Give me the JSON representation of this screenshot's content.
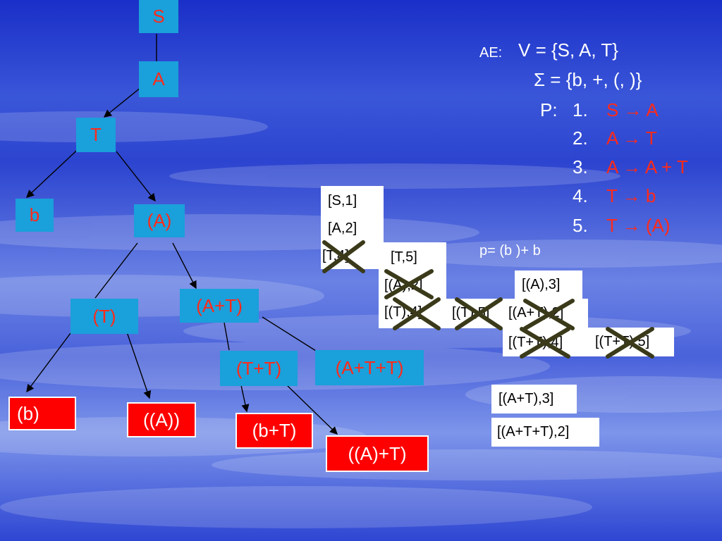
{
  "tree": {
    "S": "S",
    "A": "A",
    "T": "T",
    "b": "b",
    "pA": "(A)",
    "pT": "(T)",
    "pAT": "(A+T)",
    "pTT": "(T+T)",
    "pATT": "(A+T+T)",
    "pb": "(b)",
    "ppA": "((A))",
    "pbT": "(b+T)",
    "ppAT": "((A)+T)"
  },
  "grammar": {
    "ae_label": "AE:",
    "V": "V = {S, A, T}",
    "Sigma": "Σ = {b, +, (, )}",
    "P_label": "P:",
    "rules": [
      {
        "num": "1.",
        "text": "S → A"
      },
      {
        "num": "2.",
        "text": "A → T"
      },
      {
        "num": "3.",
        "text": "A → A + T"
      },
      {
        "num": "4.",
        "text": "T → b"
      },
      {
        "num": "5.",
        "text": "T → (A)"
      }
    ]
  },
  "input": "p= (b )+ b",
  "stack": {
    "s1": "[S,1]",
    "a2": "[A,2]",
    "t4": "[T,4]",
    "t5": "[T,5]",
    "a2b": "[(A),2]",
    "t4b": "[(T),4]",
    "t5b": "[(T),5]",
    "a3": "[(A),3]",
    "at2": "[(A+T),2]",
    "tt4": "[(T+T),4]",
    "tt5": "[(T+T),5]",
    "at3": "[(A+T),3]",
    "att2": "[(A+T+T),2]"
  },
  "colors": {
    "node_fill": "#1aa0da",
    "node_text": "#ff2a1a",
    "leaf_fill": "#ff0000",
    "cross": "#3a3a1a"
  }
}
